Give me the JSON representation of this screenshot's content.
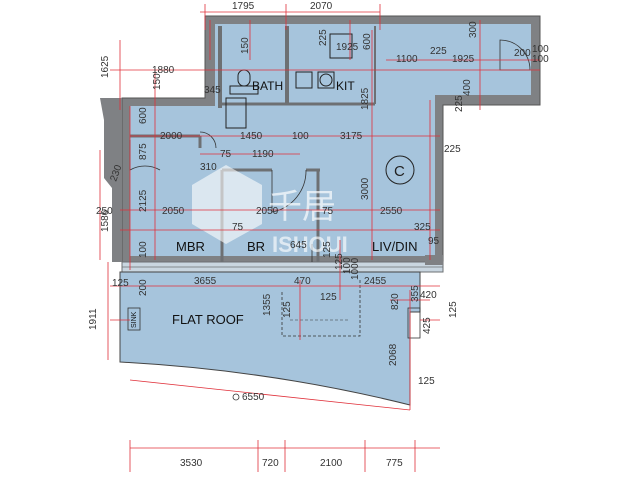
{
  "rooms": {
    "bath": "BATH",
    "kit": "KIT",
    "mbr": "MBR",
    "br": "BR",
    "liv_din": "LIV/DIN",
    "flat_roof": "FLAT ROOF",
    "sink": "SINK",
    "marker": "C"
  },
  "dimensions": {
    "top": [
      "1795",
      "2070"
    ],
    "top_small": [
      "225",
      "1925",
      "600",
      "150",
      "1100",
      "225",
      "1925",
      "200",
      "100",
      "300",
      "100"
    ],
    "left": [
      "1625",
      "1880",
      "150",
      "345",
      "600",
      "875",
      "2125",
      "230",
      "250",
      "1586",
      "100",
      "125",
      "200",
      "1911"
    ],
    "inner_row1": [
      "2000",
      "1450",
      "100",
      "3175"
    ],
    "inner_row2": [
      "75",
      "1190",
      "310",
      "225"
    ],
    "inner_row3": [
      "2050",
      "2050",
      "75",
      "2550",
      "325"
    ],
    "inner_mid": [
      "75",
      "645",
      "125",
      "95",
      "3000",
      "1825",
      "400",
      "225"
    ],
    "inner_row4": [
      "3655",
      "470",
      "2455",
      "125",
      "100",
      "1000"
    ],
    "flat_roof": [
      "1355",
      "125",
      "125",
      "820",
      "420",
      "355",
      "125",
      "425",
      "2068",
      "125"
    ],
    "arc": "6550",
    "bottom": [
      "3530",
      "720",
      "2100",
      "775"
    ]
  },
  "watermark": {
    "cn": "千居",
    "en": "ISHOUI"
  }
}
